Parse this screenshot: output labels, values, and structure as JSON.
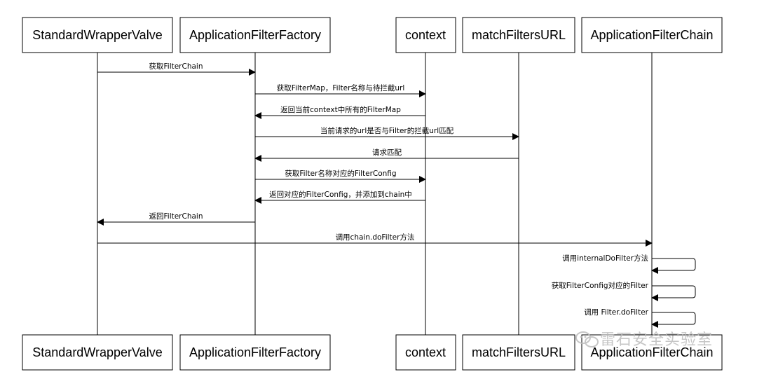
{
  "participants": [
    {
      "id": "swv",
      "label": "StandardWrapperValve"
    },
    {
      "id": "aff",
      "label": "ApplicationFilterFactory"
    },
    {
      "id": "ctx",
      "label": "context"
    },
    {
      "id": "mfu",
      "label": "matchFiltersURL"
    },
    {
      "id": "afc",
      "label": "ApplicationFilterChain"
    }
  ],
  "messages": [
    {
      "from": "swv",
      "to": "aff",
      "label": "获取FilterChain"
    },
    {
      "from": "aff",
      "to": "ctx",
      "label": "获取FilterMap，Filter名称与待拦截url"
    },
    {
      "from": "ctx",
      "to": "aff",
      "label": "返回当前context中所有的FilterMap"
    },
    {
      "from": "aff",
      "to": "mfu",
      "label": "当前请求的url是否与Filter的拦截url匹配"
    },
    {
      "from": "mfu",
      "to": "aff",
      "label": "请求匹配"
    },
    {
      "from": "aff",
      "to": "ctx",
      "label": "获取Filter名称对应的FilterConfig"
    },
    {
      "from": "ctx",
      "to": "aff",
      "label": "返回对应的FilterConfig，并添加到chain中"
    },
    {
      "from": "aff",
      "to": "swv",
      "label": "返回FilterChain"
    },
    {
      "from": "swv",
      "to": "afc",
      "label": "调用chain.doFilter方法"
    },
    {
      "from": "afc",
      "to": "afc",
      "label": "调用internalDoFilter方法"
    },
    {
      "from": "afc",
      "to": "afc",
      "label": "获取FilterConfig对应的Filter"
    },
    {
      "from": "afc",
      "to": "afc",
      "label": "调用 Filter.doFilter"
    }
  ],
  "watermark": "雷石安全实验室",
  "watermark_icon": "wechat-icon"
}
